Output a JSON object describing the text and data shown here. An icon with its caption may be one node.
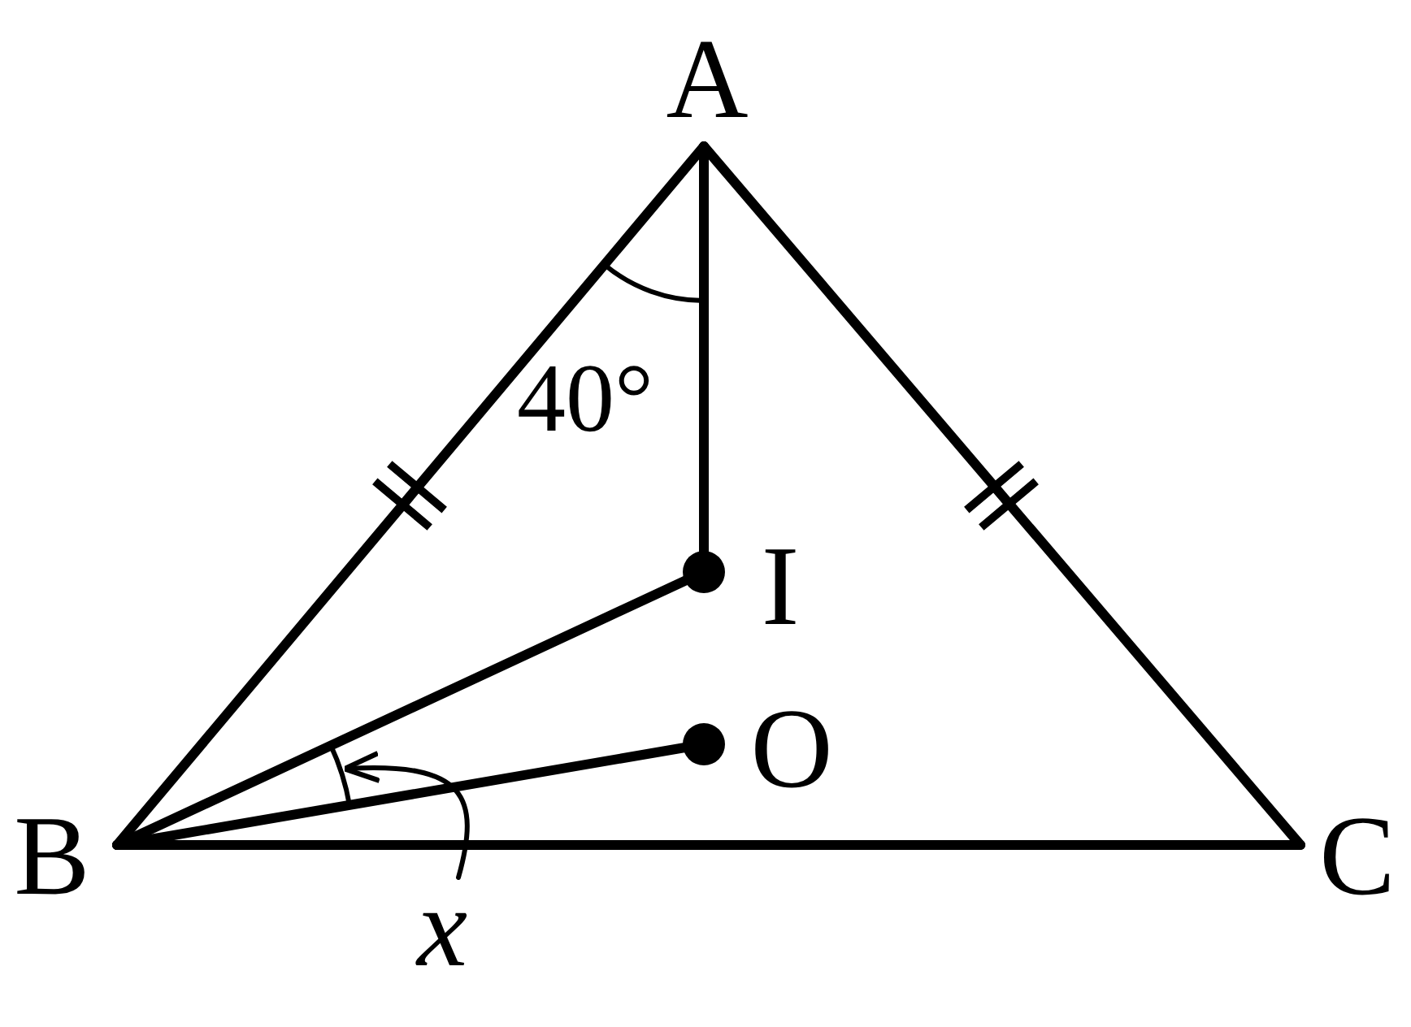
{
  "diagram": {
    "nodes": [
      {
        "text": [
          "A"
        ]
      },
      {
        "text": [
          "B"
        ]
      },
      {
        "text": [
          "C"
        ]
      },
      {
        "text": [
          "I"
        ]
      },
      {
        "text": [
          "O"
        ]
      },
      {
        "text": [
          "x"
        ]
      },
      {
        "text": [],
        "shape": "arc"
      }
    ],
    "edges": [
      {
        "from": 0,
        "to": 1,
        "arrow": "none"
      },
      {
        "from": 0,
        "to": 2,
        "arrow": "none"
      },
      {
        "from": 1,
        "to": 2,
        "arrow": "none"
      },
      {
        "from": 0,
        "to": 3,
        "arrow": "none"
      },
      {
        "from": 1,
        "to": 3,
        "arrow": "none"
      },
      {
        "from": 1,
        "to": 4,
        "arrow": "none"
      },
      {
        "from": 5,
        "to": 6,
        "arrow": "to"
      }
    ],
    "labels": [
      "40°"
    ]
  }
}
